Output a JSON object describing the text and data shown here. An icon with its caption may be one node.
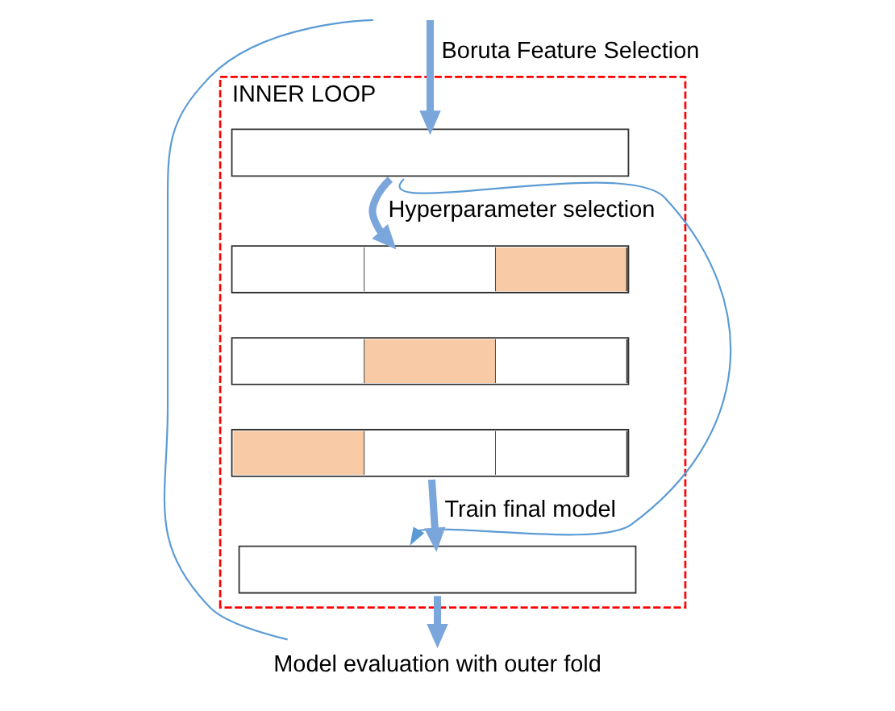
{
  "diagram": {
    "nodes": [
      {
        "text": [
          "INNER LOOP"
        ]
      },
      {
        "text": [],
        "shape": "bar",
        "in": 0
      },
      {
        "text": [],
        "shape": "bar",
        "in": 0
      },
      {
        "text": [],
        "shape": "bar",
        "in": 0
      },
      {
        "text": [],
        "shape": "bar",
        "in": 0
      },
      {
        "text": [],
        "shape": "bar",
        "in": 0
      },
      {
        "text": [
          "Model evaluation with outer fold"
        ]
      }
    ],
    "edges": [
      {
        "from": null,
        "to": 1,
        "arrow": "to",
        "label": "Boruta Feature Selection"
      },
      {
        "from": 1,
        "to": 2,
        "arrow": "to",
        "label": "Hyperparameter selection"
      },
      {
        "from": 4,
        "to": 5,
        "arrow": "to",
        "label": "Train final model"
      },
      {
        "from": 5,
        "to": 6,
        "arrow": "to"
      },
      {
        "from": 1,
        "to": 5,
        "arrow": "to",
        "color": "#5b9bd5"
      },
      {
        "from": null,
        "to": 6,
        "arrow": "none",
        "color": "#5b9bd5"
      }
    ]
  }
}
